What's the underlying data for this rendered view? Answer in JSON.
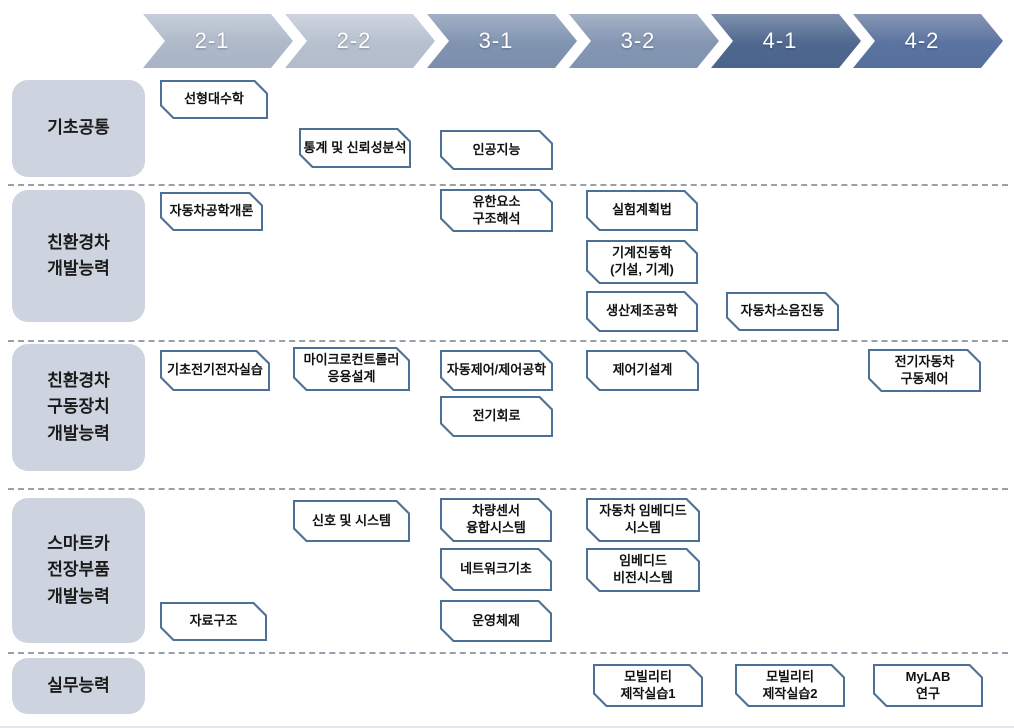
{
  "header": {
    "semesters": [
      {
        "label": "2-1",
        "color": "#aeb9c9"
      },
      {
        "label": "2-2",
        "color": "#b6c0cf"
      },
      {
        "label": "3-1",
        "color": "#8093b0"
      },
      {
        "label": "3-2",
        "color": "#8496b2"
      },
      {
        "label": "4-1",
        "color": "#4f6890"
      },
      {
        "label": "4-2",
        "color": "#5a73a0"
      }
    ]
  },
  "colors": {
    "category_fill": "#cdd4df",
    "course_border": "#4d7096",
    "divider": "#98a0ab",
    "header_text": "#ffffff"
  },
  "categories": [
    {
      "name": "basic-common",
      "label": "기초공통"
    },
    {
      "name": "eco-vehicle-development",
      "label": "친환경차\n개발능력"
    },
    {
      "name": "eco-vehicle-drivetrain-development",
      "label": "친환경차\n구동장치\n개발능력"
    },
    {
      "name": "smart-car-electronics-development",
      "label": "스마트카\n전장부품\n개발능력"
    },
    {
      "name": "practical-skills",
      "label": "실무능력"
    }
  ],
  "courses": [
    {
      "name": "linear-algebra",
      "label": "선형대수학",
      "category": "기초공통",
      "semester": "2-1"
    },
    {
      "name": "statistics-reliability-analysis",
      "label": "통계 및 신뢰성분석",
      "category": "기초공통",
      "semester": "2-2"
    },
    {
      "name": "artificial-intelligence",
      "label": "인공지능",
      "category": "기초공통",
      "semester": "3-1"
    },
    {
      "name": "automotive-engineering-intro",
      "label": "자동차공학개론",
      "category": "친환경차 개발능력",
      "semester": "2-1"
    },
    {
      "name": "fem-structural-analysis",
      "label": "유한요소\n구조해석",
      "category": "친환경차 개발능력",
      "semester": "3-1"
    },
    {
      "name": "design-of-experiments",
      "label": "실험계획법",
      "category": "친환경차 개발능력",
      "semester": "3-2"
    },
    {
      "name": "mechanical-vibrations",
      "label": "기계진동학\n(기설, 기계)",
      "category": "친환경차 개발능력",
      "semester": "3-2"
    },
    {
      "name": "production-manufacturing-engineering",
      "label": "생산제조공학",
      "category": "친환경차 개발능력",
      "semester": "3-2"
    },
    {
      "name": "vehicle-noise-vibration",
      "label": "자동차소음진동",
      "category": "친환경차 개발능력",
      "semester": "4-1"
    },
    {
      "name": "basic-electrical-electronics-lab",
      "label": "기초전기전자실습",
      "category": "친환경차 구동장치 개발능력",
      "semester": "2-1"
    },
    {
      "name": "microcontroller-applied-design",
      "label": "마이크로컨트롤러\n응용설계",
      "category": "친환경차 구동장치 개발능력",
      "semester": "2-2"
    },
    {
      "name": "automatic-control-engineering",
      "label": "자동제어/제어공학",
      "category": "친환경차 구동장치 개발능력",
      "semester": "3-1"
    },
    {
      "name": "electric-circuits",
      "label": "전기회로",
      "category": "친환경차 구동장치 개발능력",
      "semester": "3-1"
    },
    {
      "name": "controller-design",
      "label": "제어기설계",
      "category": "친환경차 구동장치 개발능력",
      "semester": "3-2"
    },
    {
      "name": "ev-drive-control",
      "label": "전기자동차\n구동제어",
      "category": "친환경차 구동장치 개발능력",
      "semester": "4-2"
    },
    {
      "name": "signals-and-systems",
      "label": "신호 및 시스템",
      "category": "스마트카 전장부품 개발능력",
      "semester": "2-2"
    },
    {
      "name": "vehicle-sensor-fusion-systems",
      "label": "차량센서\n융합시스템",
      "category": "스마트카 전장부품 개발능력",
      "semester": "3-1"
    },
    {
      "name": "automotive-embedded-systems",
      "label": "자동차 임베디드\n시스템",
      "category": "스마트카 전장부품 개발능력",
      "semester": "3-2"
    },
    {
      "name": "network-basics",
      "label": "네트워크기초",
      "category": "스마트카 전장부품 개발능력",
      "semester": "3-1"
    },
    {
      "name": "embedded-vision-systems",
      "label": "임베디드\n비전시스템",
      "category": "스마트카 전장부품 개발능력",
      "semester": "3-2"
    },
    {
      "name": "data-structures",
      "label": "자료구조",
      "category": "스마트카 전장부품 개발능력",
      "semester": "2-1"
    },
    {
      "name": "operating-systems",
      "label": "운영체제",
      "category": "스마트카 전장부품 개발능력",
      "semester": "3-1"
    },
    {
      "name": "mobility-fabrication-practice-1",
      "label": "모빌리티\n제작실습1",
      "category": "실무능력",
      "semester": "3-2"
    },
    {
      "name": "mobility-fabrication-practice-2",
      "label": "모빌리티\n제작실습2",
      "category": "실무능력",
      "semester": "4-1"
    },
    {
      "name": "mylab-research",
      "label": "MyLAB\n연구",
      "category": "실무능력",
      "semester": "4-2"
    }
  ]
}
